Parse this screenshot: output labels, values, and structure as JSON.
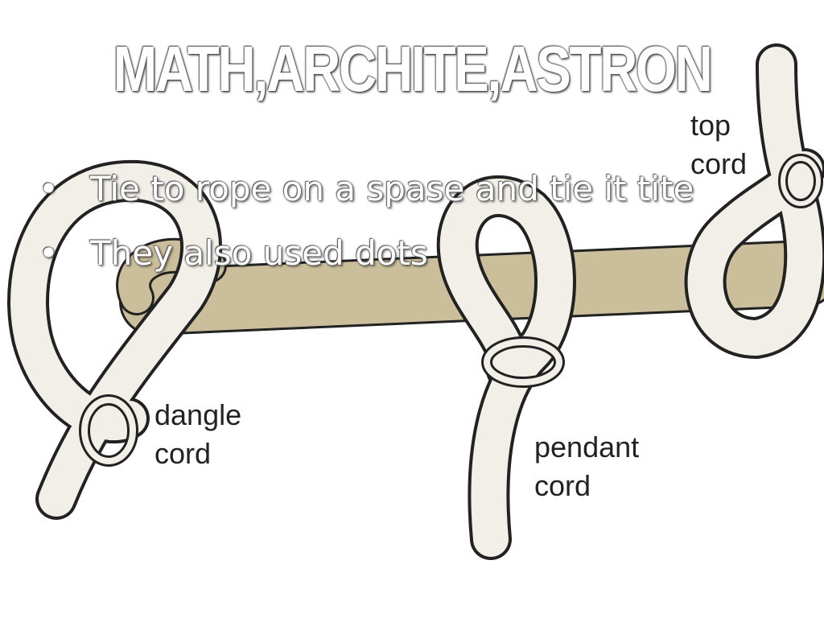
{
  "slide": {
    "title": "MATH,ARCHITE,ASTRON",
    "bullets": [
      {
        "marker": "•",
        "text": "Tie to rope on a spase and tie it tite"
      },
      {
        "marker": "•",
        "text": "They also used dots"
      }
    ]
  },
  "diagram": {
    "labels": {
      "top_cord": [
        "top",
        "cord"
      ],
      "dangle_cord": [
        "dangle",
        "cord"
      ],
      "pendant_cord": [
        "pendant",
        "cord"
      ]
    },
    "colors": {
      "main_cord": "#cbbf9b",
      "knot_rope": "#f2efe8",
      "outline": "#222222"
    }
  }
}
